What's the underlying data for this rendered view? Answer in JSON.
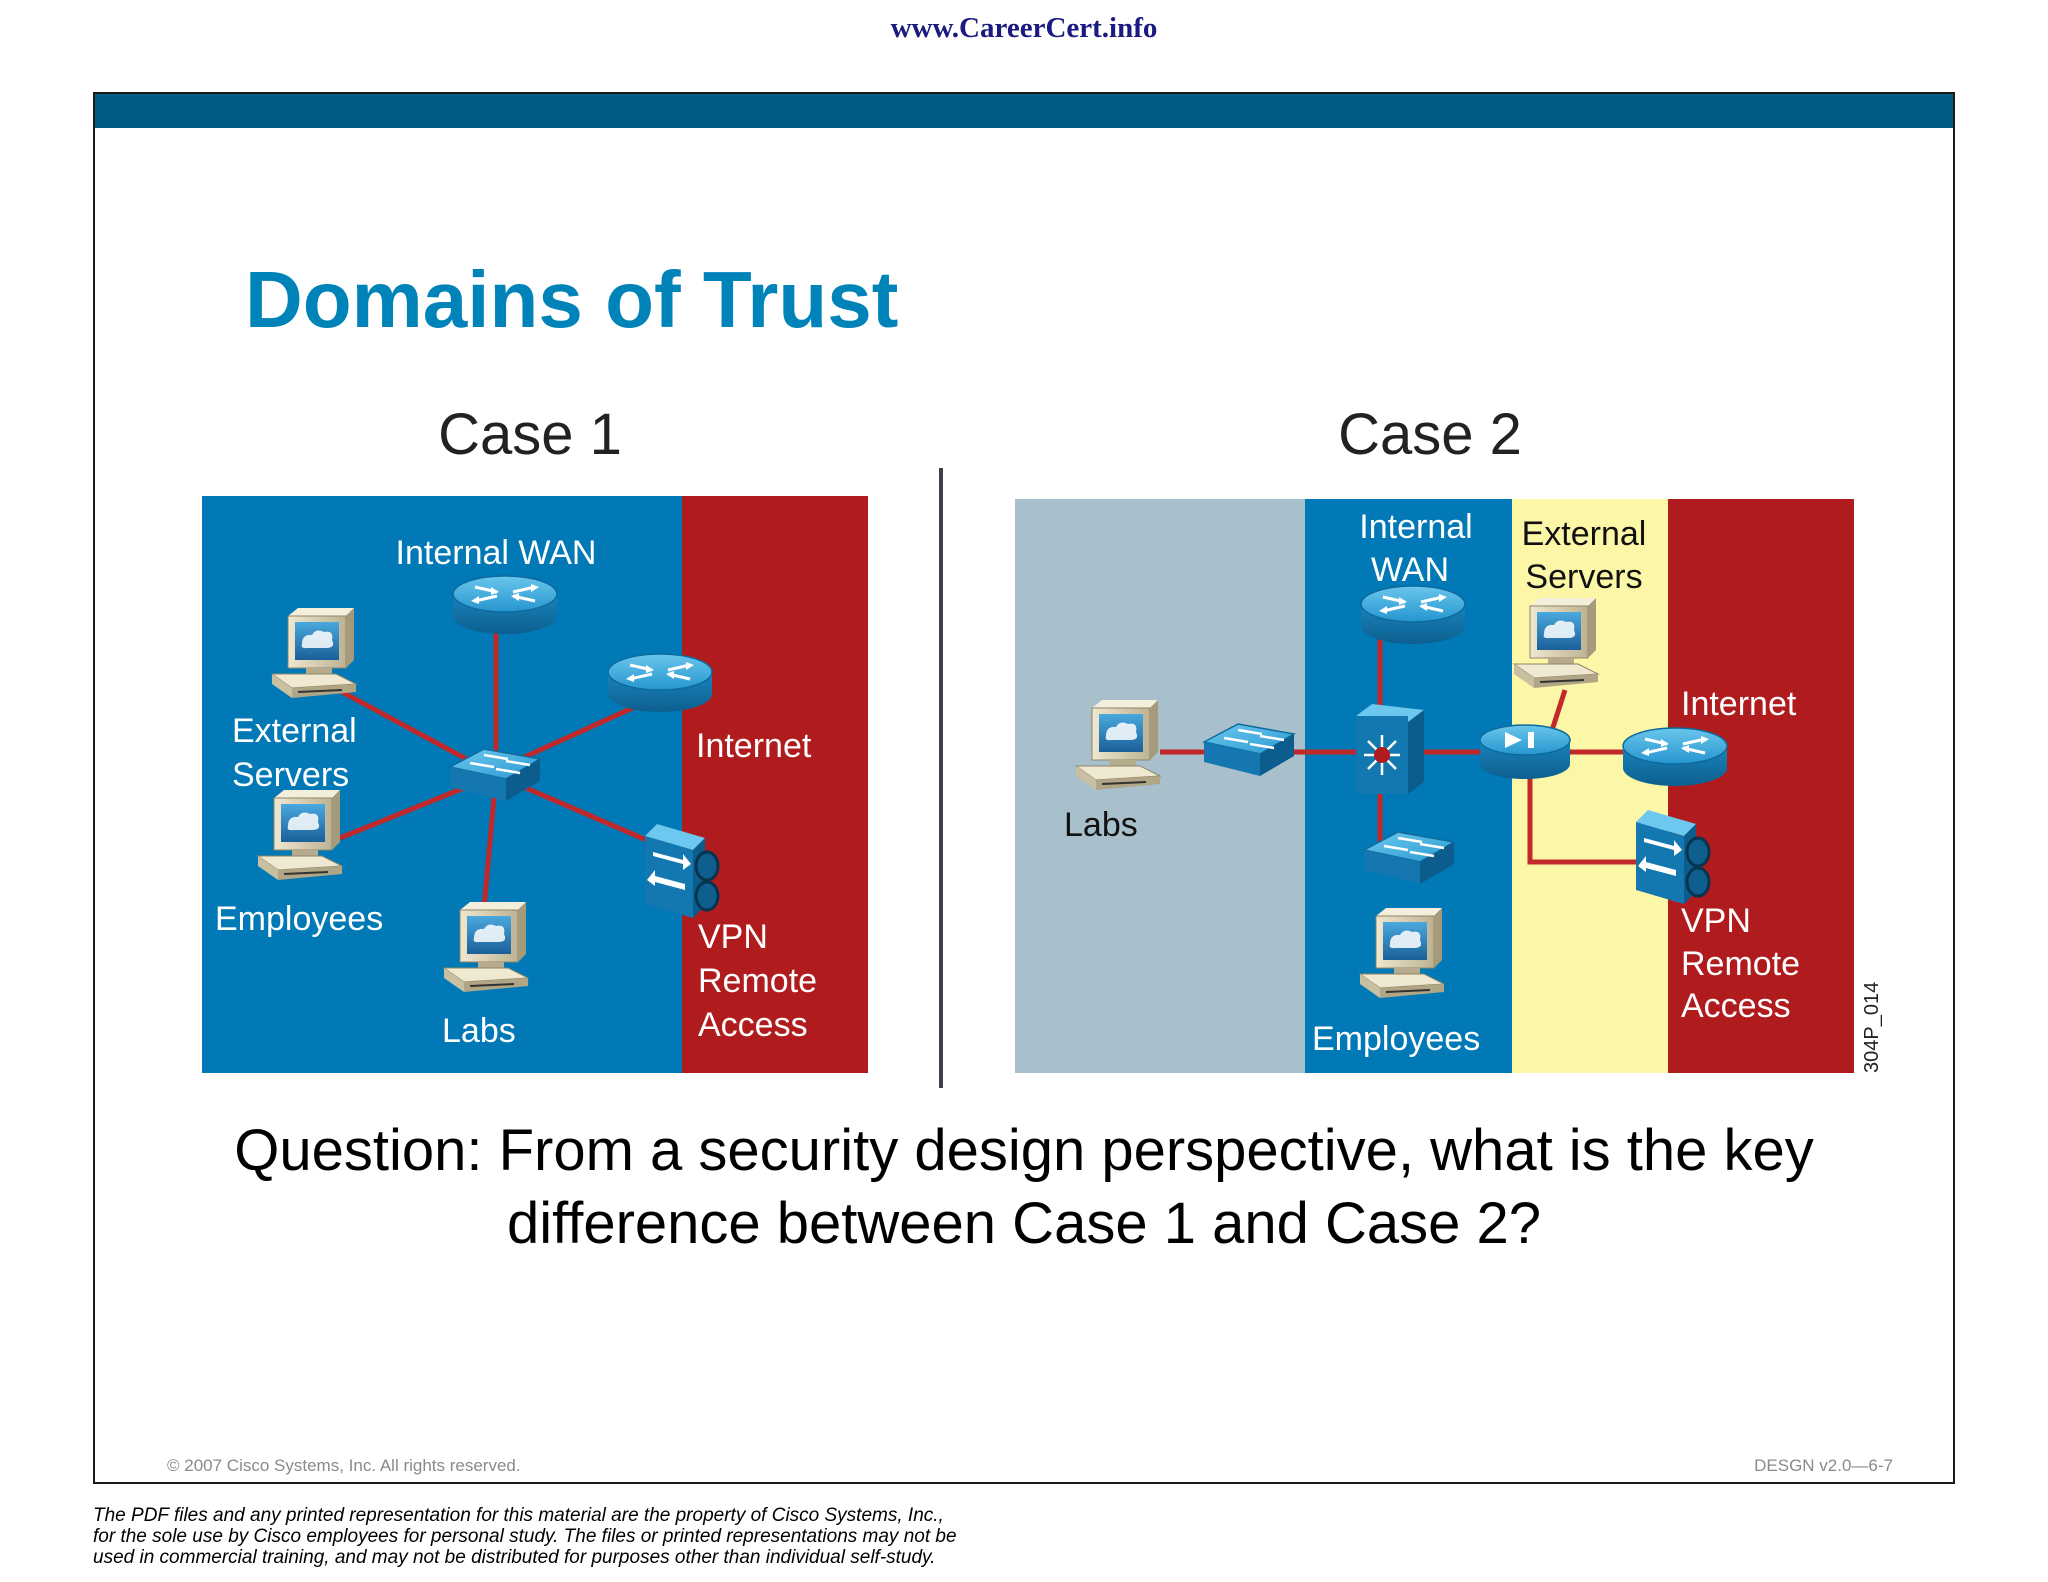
{
  "header": {
    "site_url": "www.CareerCert.info"
  },
  "slide": {
    "title": "Domains of Trust",
    "question": "Question: From a security design perspective, what is the key difference between Case 1 and Case 2?",
    "footer_left": "© 2007 Cisco Systems, Inc. All rights reserved.",
    "footer_right": "DESGN v2.0—6-7",
    "figure_id": "304P_014"
  },
  "case1": {
    "title": "Case 1",
    "labels": {
      "internal_wan": "Internal WAN",
      "external_servers_1": "External",
      "external_servers_2": "Servers",
      "employees": "Employees",
      "labs": "Labs",
      "internet": "Internet",
      "vpn_1": "VPN",
      "vpn_2": "Remote",
      "vpn_3": "Access"
    }
  },
  "case2": {
    "title": "Case 2",
    "labels": {
      "labs": "Labs",
      "internal_wan_1": "Internal",
      "internal_wan_2": "WAN",
      "external_servers_1": "External",
      "external_servers_2": "Servers",
      "internet": "Internet",
      "employees": "Employees",
      "vpn_1": "VPN",
      "vpn_2": "Remote",
      "vpn_3": "Access"
    }
  },
  "colors": {
    "trusted_blue": "#0079b6",
    "untrusted_red": "#b01c1e",
    "labs_gray": "#a8c0cc",
    "dmz_yellow": "#fcf7a6",
    "link_red": "#c0282a"
  },
  "disclaimer": {
    "line1": "The PDF files and any printed representation for this material are the property of Cisco Systems, Inc.,",
    "line2": "for the sole use by Cisco employees for personal study. The files or printed representations may not be",
    "line3": "used in commercial training, and may not be distributed for purposes other than individual self-study."
  }
}
